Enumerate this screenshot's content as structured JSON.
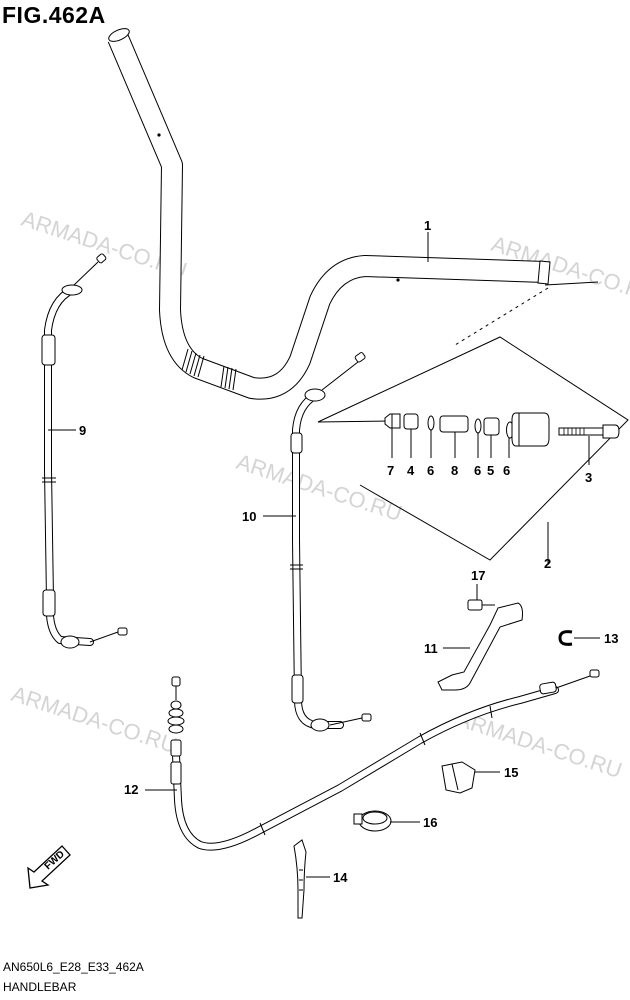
{
  "figure": {
    "title": "FIG.462A",
    "code": "AN650L6_E28_E33_462A",
    "name": "HANDLEBAR"
  },
  "watermark": {
    "text": "ARMADA-CO.RU"
  },
  "callouts": {
    "c1": "1",
    "c2": "2",
    "c3": "3",
    "c4": "4",
    "c5": "5",
    "c6a": "6",
    "c6b": "6",
    "c6c": "6",
    "c7": "7",
    "c8": "8",
    "c9": "9",
    "c10": "10",
    "c11": "11",
    "c12": "12",
    "c13": "13",
    "c14": "14",
    "c15": "15",
    "c16": "16",
    "c17": "17"
  },
  "direction": {
    "label": "FWD"
  }
}
